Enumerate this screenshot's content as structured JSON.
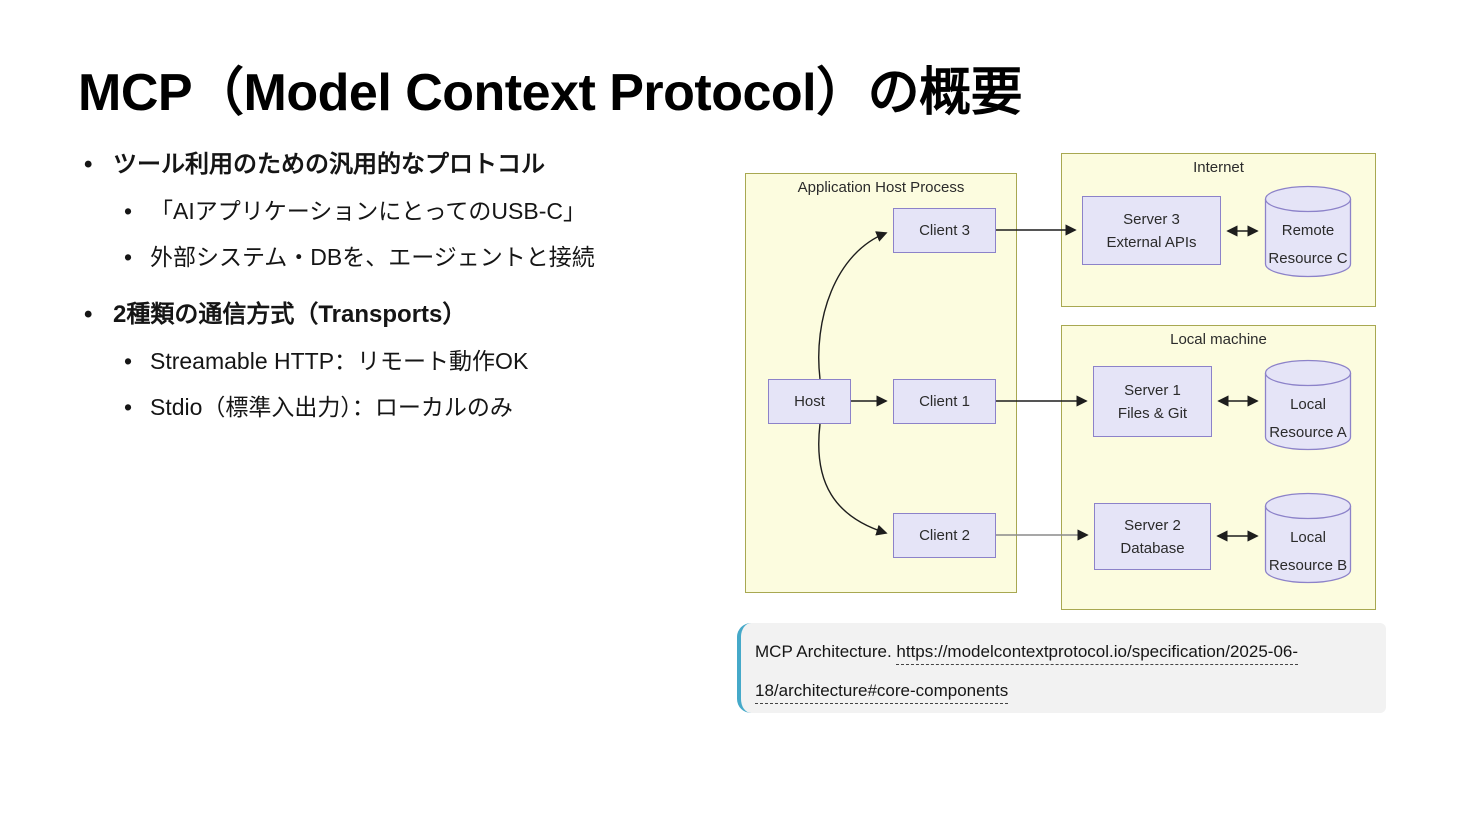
{
  "title": "MCP（Model Context Protocol）の概要",
  "bullets": {
    "section1": {
      "label": "ツール利用のための汎用的なプロトコル",
      "items": [
        "「AIアプリケーションにとってのUSB-C」",
        "外部システム・DBを、エージェントと接続"
      ]
    },
    "section2": {
      "label": "2種類の通信方式（Transports）",
      "items": [
        "Streamable HTTP：リモート動作OK",
        "Stdio（標準入出力）：ローカルのみ"
      ]
    }
  },
  "diagram": {
    "groups": {
      "app_host": "Application Host Process",
      "internet": "Internet",
      "local_machine": "Local machine"
    },
    "nodes": {
      "host": "Host",
      "client3": "Client 3",
      "client1": "Client 1",
      "client2": "Client 2",
      "server3": [
        "Server 3",
        "External APIs"
      ],
      "server1": [
        "Server 1",
        "Files & Git"
      ],
      "server2": [
        "Server 2",
        "Database"
      ],
      "resource_c": [
        "Remote",
        "Resource C"
      ],
      "resource_a": [
        "Local",
        "Resource A"
      ],
      "resource_b": [
        "Local",
        "Resource B"
      ]
    },
    "colors": {
      "group_fill": "#fcfcdf",
      "group_border": "#a8a851",
      "node_fill": "#e5e4f7",
      "node_border": "#8c82c9",
      "arrow": "#1d1d1d"
    }
  },
  "citation": {
    "prefix": "MCP Architecture. ",
    "url_line1": "https://modelcontextprotocol.io/specification/2025-06-",
    "url_line2": "18/architecture#core-components",
    "accent_color": "#45a9c9"
  }
}
